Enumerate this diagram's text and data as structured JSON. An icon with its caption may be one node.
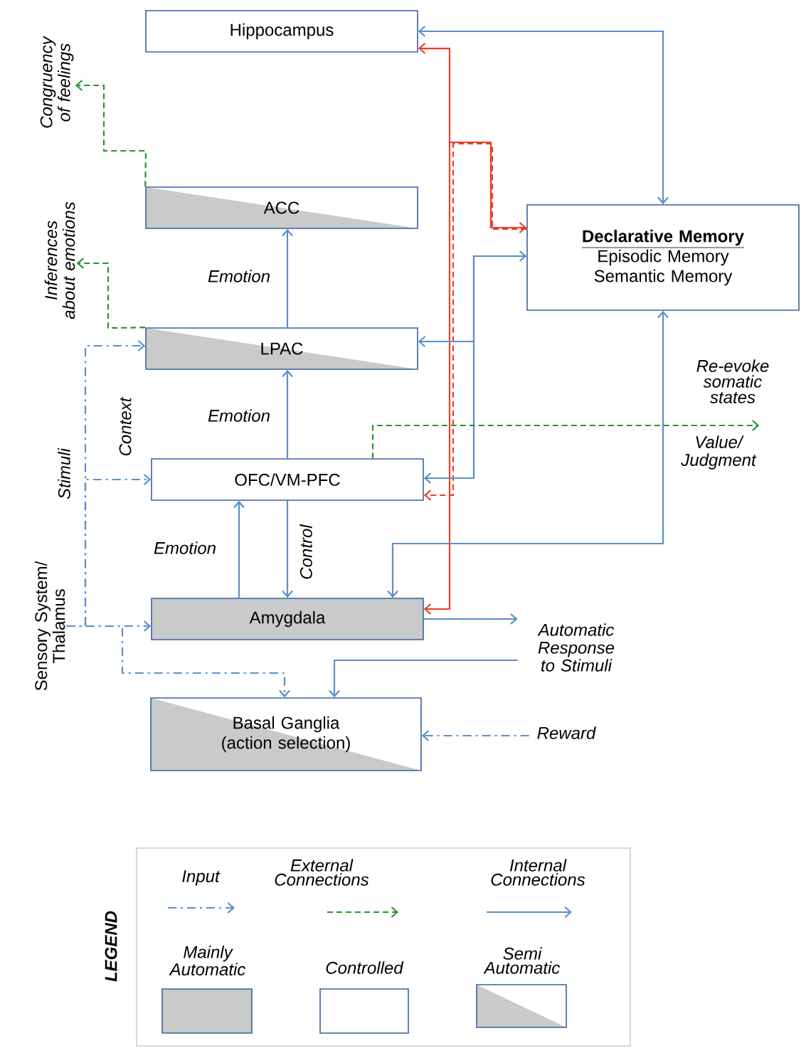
{
  "diagram": {
    "nodes": [
      {
        "text": [
          "Hippocampus"
        ]
      },
      {
        "text": [
          "ACC"
        ]
      },
      {
        "text": [
          "LPAC"
        ]
      },
      {
        "text": [
          "OFC/VM-PFC"
        ]
      },
      {
        "text": [
          "Amygdala"
        ]
      },
      {
        "text": [
          "Basal Ganglia (action selection)"
        ]
      },
      {
        "text": [
          "Declarative Memory",
          "Episodic Memory",
          "Semantic Memory"
        ]
      },
      {
        "text": [
          "Congruency of feelings"
        ]
      },
      {
        "text": [
          "Inferences about emotions"
        ]
      },
      {
        "text": [
          "Sensory System/ Thalamus"
        ]
      },
      {
        "text": [
          "Value/ Judgment"
        ]
      },
      {
        "text": [
          "Automatic Response to Stimuli"
        ]
      },
      {
        "text": [
          "Reward"
        ]
      }
    ],
    "edges": [
      {
        "from": 0,
        "to": 6,
        "arrow": "both"
      },
      {
        "from": 6,
        "to": 0,
        "arrow": "both",
        "color": "#e8402a"
      },
      {
        "from": 6,
        "to": 3,
        "arrow": "to",
        "color": "#e8402a",
        "style": "dashed"
      },
      {
        "from": 6,
        "to": 4,
        "arrow": "to",
        "color": "#e8402a"
      },
      {
        "from": 6,
        "to": 2,
        "arrow": "both"
      },
      {
        "from": 6,
        "to": 3,
        "arrow": "to"
      },
      {
        "from": 3,
        "to": 2,
        "arrow": "to",
        "label": "Emotion"
      },
      {
        "from": 2,
        "to": 1,
        "arrow": "to",
        "label": "Emotion"
      },
      {
        "from": 4,
        "to": 3,
        "arrow": "to",
        "label": "Emotion"
      },
      {
        "from": 3,
        "to": 4,
        "arrow": "to",
        "label": "Control"
      },
      {
        "from": 6,
        "to": 4,
        "arrow": "both",
        "label": "Re-evoke somatic states"
      },
      {
        "from": 3,
        "to": 10,
        "arrow": "to",
        "style": "dashed",
        "color": "#22992a"
      },
      {
        "from": 1,
        "to": 7,
        "arrow": "to",
        "style": "dashed",
        "color": "#22992a"
      },
      {
        "from": 2,
        "to": 8,
        "arrow": "to",
        "style": "dashed",
        "color": "#22992a"
      },
      {
        "from": 9,
        "to": 2,
        "arrow": "to",
        "style": "dashed"
      },
      {
        "from": 9,
        "to": 3,
        "arrow": "to",
        "style": "dashed"
      },
      {
        "from": 9,
        "to": 4,
        "arrow": "to",
        "style": "dashed"
      },
      {
        "from": 9,
        "to": 5,
        "arrow": "to",
        "style": "dashed"
      },
      {
        "from": 4,
        "to": 11,
        "arrow": "to"
      },
      {
        "from": 11,
        "to": 5,
        "arrow": "to"
      },
      {
        "from": 12,
        "to": 5,
        "arrow": "to",
        "style": "dashed"
      }
    ],
    "labels": [
      "Stimuli",
      "Context",
      "LEGEND"
    ],
    "legend": [
      {
        "text": "Input"
      },
      {
        "text": "External Connections"
      },
      {
        "text": "Internal Connections"
      },
      {
        "text": "Mainly Automatic",
        "color": "#c9caca"
      },
      {
        "text": "Controlled"
      },
      {
        "text": "Semi Automatic"
      }
    ]
  }
}
